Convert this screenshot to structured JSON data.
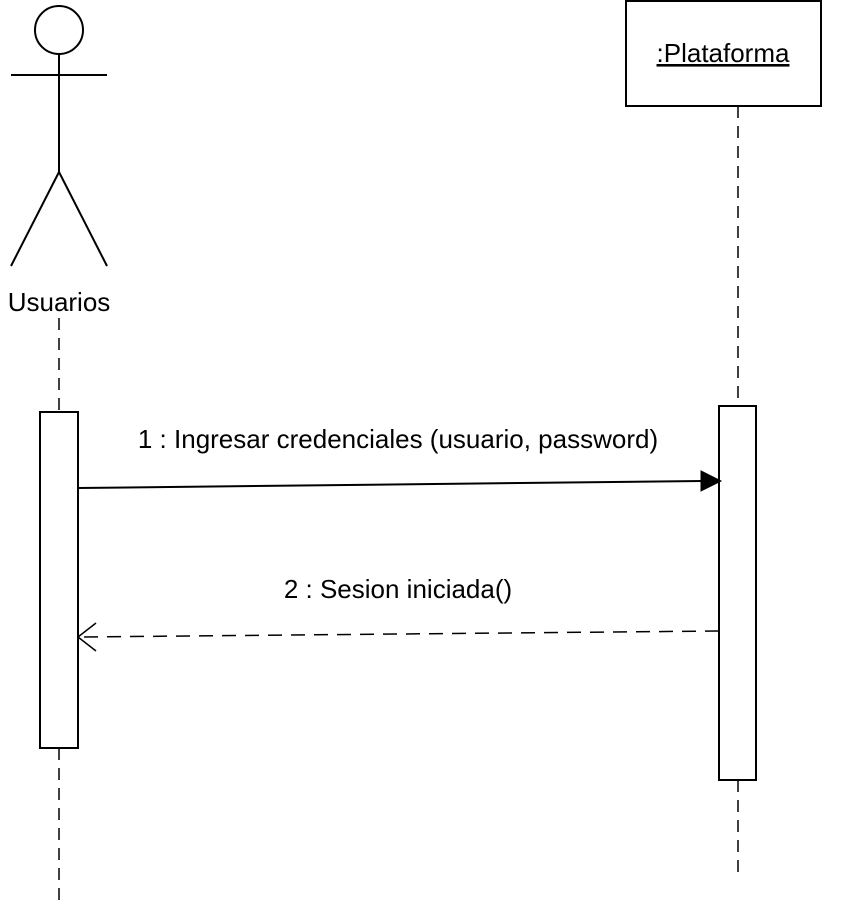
{
  "diagram": {
    "type": "UML sequence diagram",
    "participants": {
      "actor": {
        "name": "Usuarios",
        "kind": "actor"
      },
      "object": {
        "name": ":Plataforma",
        "kind": "object"
      }
    },
    "messages": [
      {
        "label": "1 : Ingresar credenciales (usuario, password)",
        "from": "Usuarios",
        "to": ":Plataforma",
        "kind": "synchronous"
      },
      {
        "label": "2 : Sesion iniciada()",
        "from": ":Plataforma",
        "to": "Usuarios",
        "kind": "return"
      }
    ]
  }
}
